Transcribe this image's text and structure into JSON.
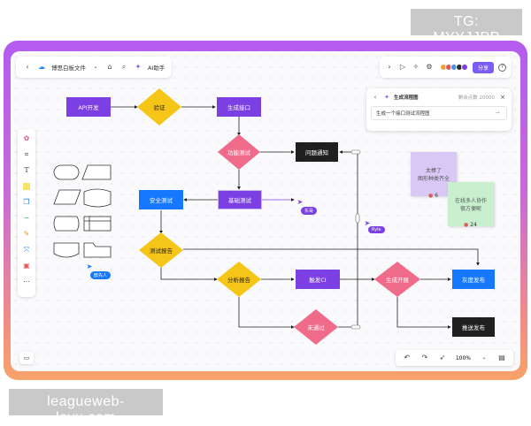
{
  "watermarks": {
    "top": "TG: MYYJJPP",
    "bottom": "leagueweb-leyu.com"
  },
  "topbar": {
    "back_icon": "chevron-left-icon",
    "cloud_icon": "cloud-icon",
    "doc_title": "博思白板文件",
    "tag_icon": "tag-icon",
    "search_icon": "search-icon",
    "ai_label": "AI助手"
  },
  "topbar_right": {
    "expand_icon": "chevron-right-icon",
    "play_icon": "play-icon",
    "settings_icon": "gear-icon",
    "share_label": "分享",
    "help_icon": "help-icon",
    "avatar_colors": [
      "#f0a040",
      "#e05a5a",
      "#4a90e2",
      "#2a2a2a",
      "#7b3fe4"
    ]
  },
  "ai_panel": {
    "title": "生成流程图",
    "credits": "剩余点数 20000",
    "input_text": "生成一个接口测试流程图"
  },
  "nodes": {
    "api_dev": "API开发",
    "verify": "验证",
    "gen_api": "生成接口",
    "func_test": "功能测试",
    "issue_notify": "问题通知",
    "security_test": "安全测试",
    "basic_test": "基础测试",
    "test_report": "测试报告",
    "analysis_report": "分析报告",
    "trigger_ci": "触发CI",
    "gen_pipeline": "生成开展",
    "gray_release": "灰度发布",
    "fail": "未通过",
    "push_release": "推送发布"
  },
  "stickies": {
    "purple": {
      "line1": "太棒了",
      "line2": "图形种类齐全",
      "count": "6"
    },
    "green": {
      "line1": "在线多人协作",
      "line2": "很方便呢",
      "count": "24"
    }
  },
  "cursors": {
    "c1": "Ryle",
    "c2": "东哥",
    "c3": "欧先人"
  },
  "colors": {
    "purple": "#7b3fe4",
    "yellow": "#f5c518",
    "pink": "#f06a8a",
    "blue": "#1677ff",
    "black": "#1f1f1f",
    "sticky_purple": "#d9c8f5",
    "sticky_green": "#c8f0cf"
  },
  "bottom": {
    "undo_icon": "undo-icon",
    "redo_icon": "redo-icon",
    "pointer_icon": "pointer-icon",
    "zoom": "100%",
    "minimap_icon": "minimap-icon",
    "layout_icon": "layout-icon"
  }
}
